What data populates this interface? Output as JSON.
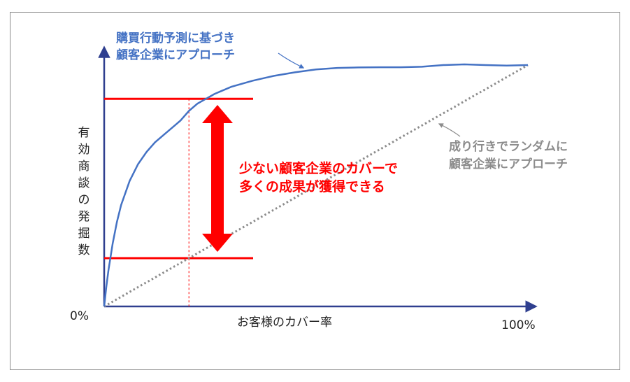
{
  "colors": {
    "model_curve": "#4472c4",
    "random_line": "#8c8c8c",
    "highlight": "#ff0000",
    "axis": "#2f3f8f",
    "note_gray": "#8c8c8c"
  },
  "chart_data": {
    "type": "line",
    "xlabel": "お客様のカバー率",
    "ylabel": "有効商談の発掘数",
    "x_min_label": "0%",
    "x_max_label": "100%",
    "xlim": [
      0,
      100
    ],
    "ylim": [
      0,
      100
    ],
    "grid": false,
    "series": [
      {
        "name": "購買行動予測に基づき顧客企業にアプローチ",
        "style": "solid",
        "x": [
          0,
          0.5,
          1,
          2,
          3,
          4,
          6,
          8,
          10,
          12,
          14,
          16,
          18,
          20,
          22,
          24,
          26,
          28,
          30,
          35,
          40,
          45,
          50,
          55,
          60,
          65,
          70,
          75,
          80,
          85,
          90,
          95,
          100
        ],
        "y": [
          0,
          8,
          15,
          26,
          35,
          42,
          52,
          59,
          64,
          68,
          71,
          74,
          77,
          81,
          84,
          86,
          88,
          89.5,
          91,
          93.5,
          95.5,
          97,
          98.2,
          98.8,
          99,
          99.1,
          99.1,
          99.3,
          100,
          100.3,
          100,
          99.8,
          100
        ]
      },
      {
        "name": "成り行きでランダムに顧客企業にアプローチ",
        "style": "dotted",
        "x": [
          0,
          100
        ],
        "y": [
          0,
          100
        ]
      }
    ],
    "annotations": {
      "model_label_lines": [
        "購買行動予測に基づき",
        "顧客企業にアプローチ"
      ],
      "random_label_lines": [
        "成り行きでランダムに",
        "顧客企業にアプローチ"
      ],
      "highlight_label_lines": [
        "少ない顧客企業のカバーで",
        "多くの成果が獲得できる"
      ],
      "reference_x": 20,
      "upper_level": 86,
      "lower_level": 20
    }
  }
}
